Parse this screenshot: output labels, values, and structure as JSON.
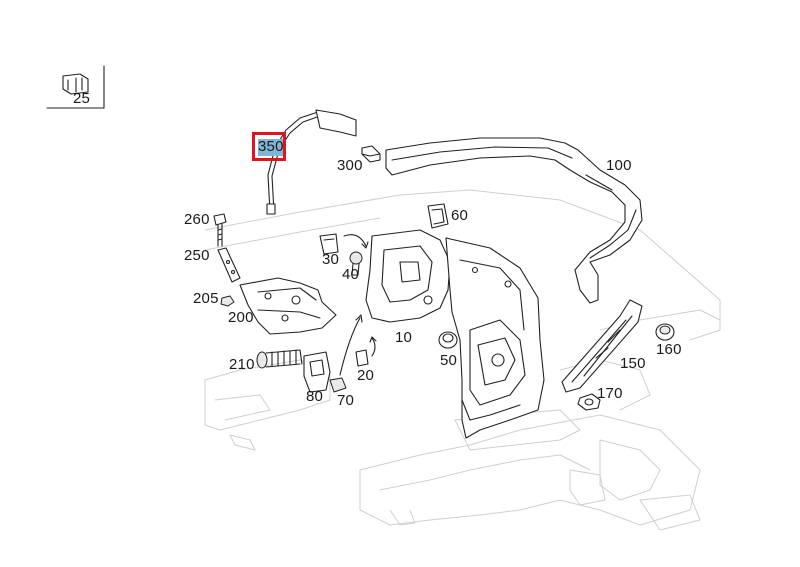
{
  "legend_box": {
    "label": "25"
  },
  "callouts": [
    {
      "id": "350",
      "label": "350",
      "selected": true
    },
    {
      "id": "300",
      "label": "300"
    },
    {
      "id": "100",
      "label": "100"
    },
    {
      "id": "260",
      "label": "260"
    },
    {
      "id": "60",
      "label": "60"
    },
    {
      "id": "250",
      "label": "250"
    },
    {
      "id": "30",
      "label": "30"
    },
    {
      "id": "40",
      "label": "40"
    },
    {
      "id": "205",
      "label": "205"
    },
    {
      "id": "200",
      "label": "200"
    },
    {
      "id": "10",
      "label": "10"
    },
    {
      "id": "50",
      "label": "50"
    },
    {
      "id": "150",
      "label": "150"
    },
    {
      "id": "160",
      "label": "160"
    },
    {
      "id": "210",
      "label": "210"
    },
    {
      "id": "20",
      "label": "20"
    },
    {
      "id": "80",
      "label": "80"
    },
    {
      "id": "70",
      "label": "70"
    },
    {
      "id": "170",
      "label": "170"
    }
  ],
  "colors": {
    "selection_border": "#e0141e",
    "selection_fill": "#7fb6d8"
  }
}
